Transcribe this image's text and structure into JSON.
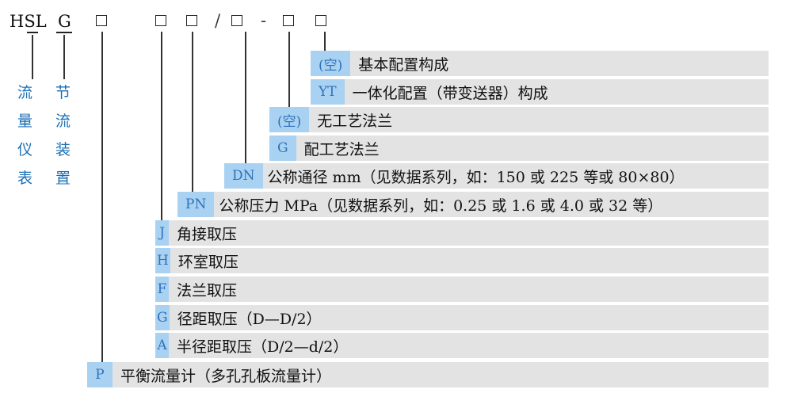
{
  "header": {
    "hsl": "HSL",
    "g": "G",
    "slash": "/",
    "dash": "-"
  },
  "labels": {
    "flowmeter": [
      "流",
      "量",
      "仪",
      "表"
    ],
    "throttle": [
      "节",
      "流",
      "装",
      "置"
    ]
  },
  "rows": [
    {
      "code": "(空)",
      "text": "基本配置构成"
    },
    {
      "code": "YT",
      "text": "一体化配置（带变送器）构成"
    },
    {
      "code": "(空)",
      "text": "无工艺法兰"
    },
    {
      "code": "G",
      "text": "配工艺法兰"
    },
    {
      "code": "DN",
      "text": "公称通径 mm（见数据系列，如：150 或 225 等或 80×80）"
    },
    {
      "code": "PN",
      "text": "公称压力 MPa（见数据系列，如：0.25 或 1.6 或 4.0 或 32 等）"
    },
    {
      "code": "J",
      "text": "角接取压"
    },
    {
      "code": "H",
      "text": "环室取压"
    },
    {
      "code": "F",
      "text": "法兰取压"
    },
    {
      "code": "G",
      "text": "径距取压（D—D/2）"
    },
    {
      "code": "A",
      "text": "半径距取压（D/2—d/2）"
    },
    {
      "code": "P",
      "text": "平衡流量计（多孔孔板流量计）"
    }
  ],
  "colors": {
    "code_bg": "#a9d1f2",
    "code_text": "#2f73b8",
    "desc_bg": "#e3e3e3",
    "label_text": "#1a6fb4"
  }
}
